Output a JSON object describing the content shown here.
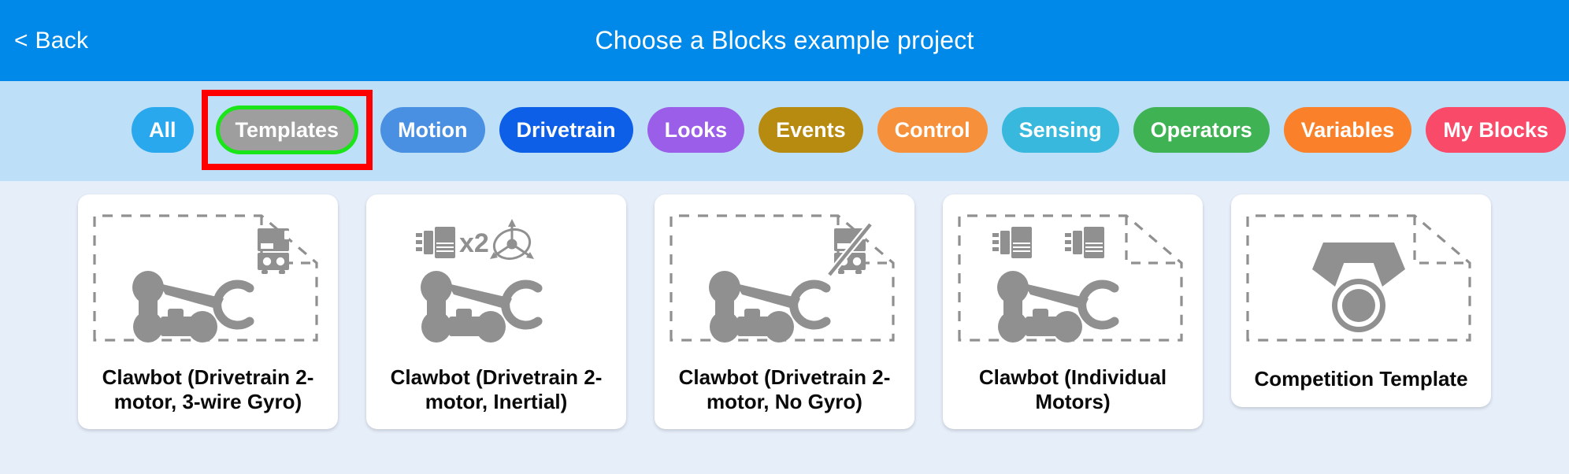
{
  "header": {
    "back_label": "< Back",
    "title": "Choose a Blocks example project",
    "bg_color": "#0089e8"
  },
  "category_bar": {
    "bg_color": "#bddff7",
    "selected": "Templates",
    "highlight_color": "#ff0000",
    "selected_ring_color": "#19e519",
    "selected_bg_color": "#9e9e9e",
    "items": [
      {
        "label": "All",
        "color": "#29a8ee"
      },
      {
        "label": "Templates",
        "color": "#9e9e9e"
      },
      {
        "label": "Motion",
        "color": "#4a90e2"
      },
      {
        "label": "Drivetrain",
        "color": "#0d5fe8"
      },
      {
        "label": "Looks",
        "color": "#9b5ee8"
      },
      {
        "label": "Events",
        "color": "#b78a10"
      },
      {
        "label": "Control",
        "color": "#f7903a"
      },
      {
        "label": "Sensing",
        "color": "#37b8dc"
      },
      {
        "label": "Operators",
        "color": "#3fb254"
      },
      {
        "label": "Variables",
        "color": "#fa8029"
      },
      {
        "label": "My Blocks",
        "color": "#f94a6a"
      }
    ]
  },
  "main": {
    "bg_color": "#e6eefa",
    "cards": [
      {
        "label": "Clawbot (Drivetrain 2-motor, 3-wire Gyro)",
        "thumb": "clawbot-robot-icon",
        "badges": [
          "gyro-3wire-sensor-icon"
        ],
        "dashed_corner": true
      },
      {
        "label": "Clawbot (Drivetrain 2-motor, Inertial)",
        "thumb": "clawbot-robot-icon",
        "badges": [
          "motor-x2-icon",
          "inertial-sensor-icon"
        ],
        "dashed_corner": false
      },
      {
        "label": "Clawbot (Drivetrain 2-motor, No Gyro)",
        "thumb": "clawbot-robot-icon",
        "badges": [
          "gyro-no-sensor-icon"
        ],
        "dashed_corner": true
      },
      {
        "label": "Clawbot (Individual Motors)",
        "thumb": "clawbot-robot-icon",
        "badges": [
          "motor-icon",
          "motor-icon"
        ],
        "dashed_corner": true
      },
      {
        "label": "Competition Template",
        "thumb": "medal-icon",
        "badges": [],
        "dashed_corner": true
      }
    ],
    "motor_multiplier_label": "x2",
    "icon_color": "#909090"
  }
}
